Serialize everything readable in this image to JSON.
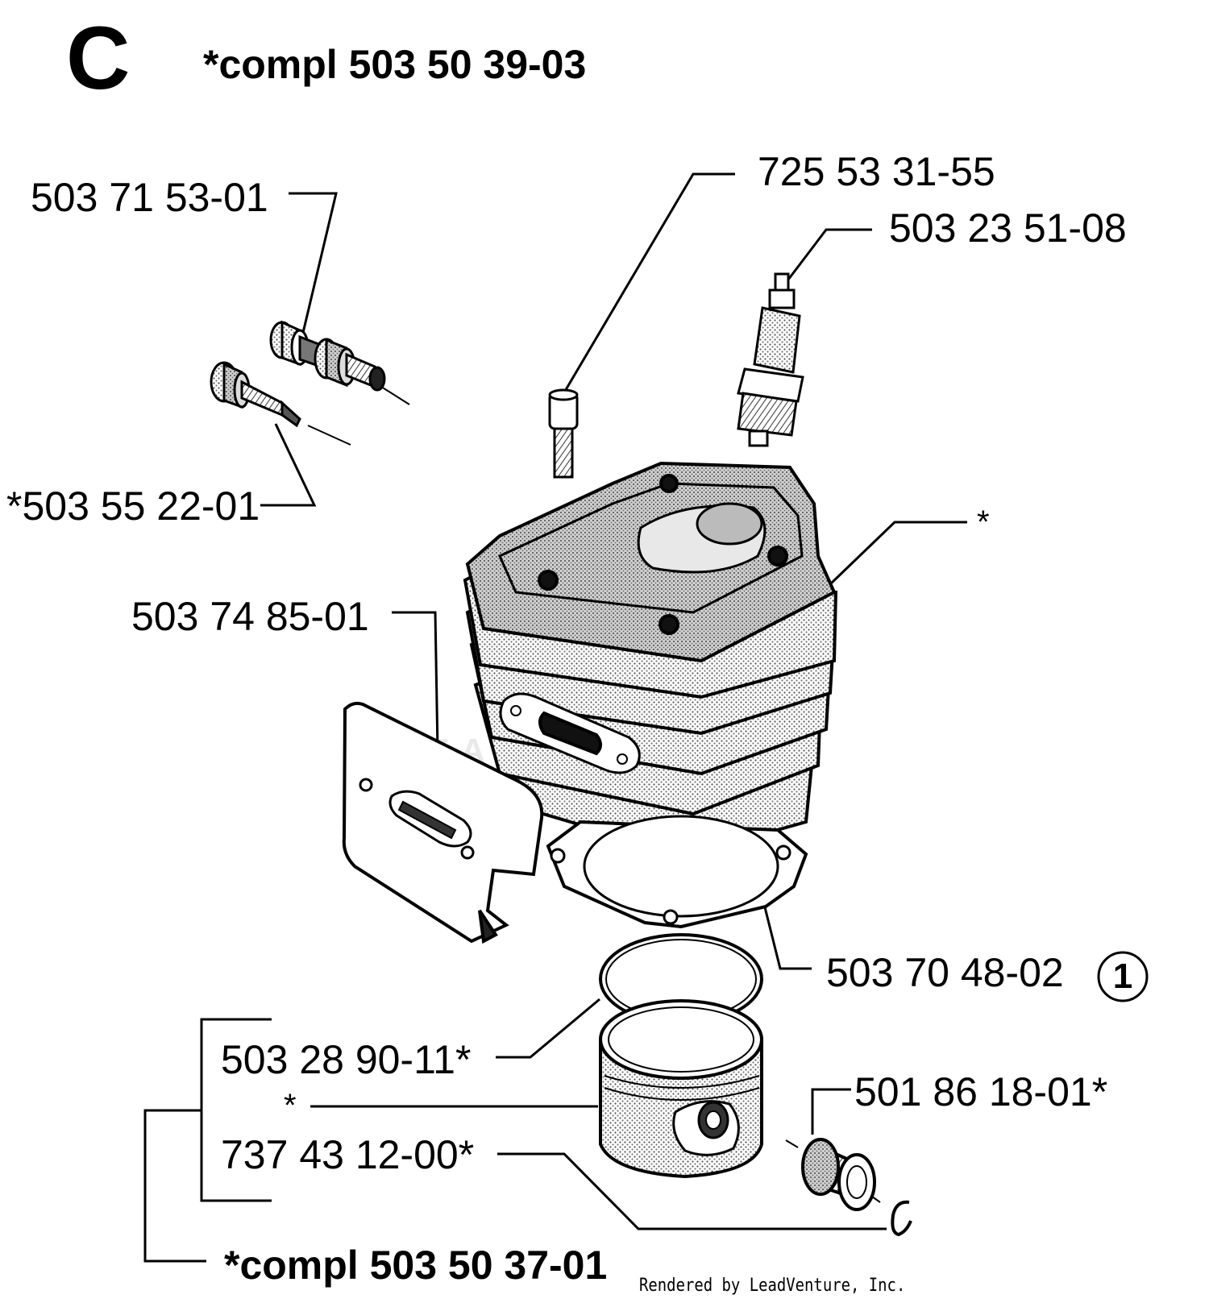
{
  "section": "C",
  "header": "*compl 503 50 39-03",
  "parts": {
    "bolt": "725 53 31-55",
    "spark_plug": "503 23 51-08",
    "decomp_valve": "503 71 53-01",
    "decomp_screw": "*503 55 22-01",
    "cylinder": "*",
    "heat_shield": "503 74 85-01",
    "base_gasket": "503 70 48-02",
    "base_gasket_note": "1",
    "piston_ring": "503 28 90-11*",
    "piston": "*",
    "piston_pin": "737 43 12-00*",
    "needle_bearing": "501 86 18-01*"
  },
  "footer": "*compl 503 50 37-01",
  "credit": "Rendered by LeadVenture, Inc.",
  "watermark": "LEADVENTURE"
}
